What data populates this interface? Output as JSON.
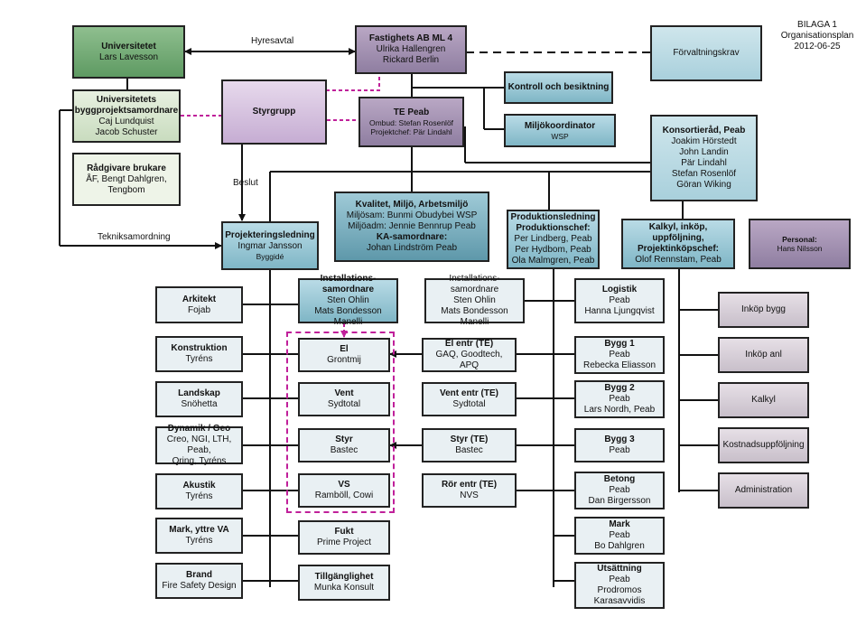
{
  "header": {
    "line1": "BILAGA 1",
    "line2": "Organisationsplan",
    "line3": "2012-06-25"
  },
  "edge_labels": {
    "hyresavtal": "Hyresavtal",
    "beslut": "Beslut",
    "tekniksamordning": "Tekniksamordning"
  },
  "boxes": {
    "universitetet": {
      "title": "Universitetet",
      "lines": [
        "Lars Lavesson"
      ]
    },
    "fastighets": {
      "title": "Fastighets AB ML 4",
      "lines": [
        "Ulrika Hallengren",
        "Rickard Berlin"
      ]
    },
    "forvaltningskrav": {
      "title": "Förvaltningskrav"
    },
    "byggprojektsamordnare": {
      "title": "Universitetets byggprojektsamordnare",
      "lines": [
        "Caj Lundquist",
        "Jacob Schuster"
      ]
    },
    "styrgrupp": {
      "title": "Styrgrupp"
    },
    "kontroll": {
      "title": "Kontroll och besiktning"
    },
    "miljokoordinator": {
      "title": "Miljökoordinator",
      "lines": [
        "WSP"
      ]
    },
    "te_peab": {
      "title": "TE Peab",
      "lines": [
        "Ombud: Stefan Rosenlöf",
        "Projektchef: Pär Lindahl"
      ]
    },
    "konsortierad": {
      "title": "Konsortieråd, Peab",
      "lines": [
        "Joakim Hörstedt",
        "John Landin",
        "Pär Lindahl",
        "Stefan Rosenlöf",
        "Göran Wiking"
      ]
    },
    "radgivare": {
      "title": "Rådgivare brukare",
      "lines": [
        "ÅF, Bengt Dahlgren,",
        "Tengbom"
      ]
    },
    "projekteringsledning": {
      "title": "Projekteringsledning",
      "lines": [
        "Ingmar Jansson",
        "Byggidé"
      ]
    },
    "kvalitet": {
      "title": "Kvalitet, Miljö, Arbetsmiljö",
      "lines": [
        "Miljösam: Bunmi Obudybei WSP",
        "Miljöadm: Jennie Bennrup Peab",
        "KA-samordnare:",
        "Johan Lindström Peab"
      ]
    },
    "produktionsledning": {
      "title": "Produktionsledning Produktionschef:",
      "lines": [
        "Per Lindberg, Peab",
        "Per Hydbom, Peab",
        "Ola Malmgren, Peab"
      ]
    },
    "kalkyl_top": {
      "title": "Kalkyl, inköp, uppföljning, Projektinköpschef:",
      "lines": [
        "Olof Rennstam, Peab"
      ]
    },
    "personal": {
      "title": "Personal:",
      "lines": [
        "Hans Nilsson"
      ]
    },
    "arkitekt": {
      "title": "Arkitekt",
      "lines": [
        "Fojab"
      ]
    },
    "inst1": {
      "title": "Installations-samordnare",
      "lines": [
        "Sten Ohlin",
        "Mats Bondesson Manelli"
      ]
    },
    "inst2": {
      "title": "Installations-samordnare",
      "lines": [
        "Sten Ohlin",
        "Mats Bondesson Manelli"
      ]
    },
    "logistik": {
      "title": "Logistik",
      "lines": [
        "Peab",
        "Hanna Ljungqvist"
      ]
    },
    "inkop_bygg": {
      "title": "Inköp bygg"
    },
    "konstruktion": {
      "title": "Konstruktion",
      "lines": [
        "Tyréns"
      ]
    },
    "el": {
      "title": "El",
      "lines": [
        "Grontmij"
      ]
    },
    "el_entr": {
      "title": "El entr (TE)",
      "lines": [
        "GAQ, Goodtech, APQ"
      ]
    },
    "bygg1": {
      "title": "Bygg 1",
      "lines": [
        "Peab",
        "Rebecka Eliasson"
      ]
    },
    "inkop_anl": {
      "title": "Inköp anl"
    },
    "landskap": {
      "title": "Landskap",
      "lines": [
        "Snöhetta"
      ]
    },
    "vent": {
      "title": "Vent",
      "lines": [
        "Sydtotal"
      ]
    },
    "vent_entr": {
      "title": "Vent entr (TE)",
      "lines": [
        "Sydtotal"
      ]
    },
    "bygg2": {
      "title": "Bygg 2",
      "lines": [
        "Peab",
        "Lars Nordh, Peab"
      ]
    },
    "kalkyl": {
      "title": "Kalkyl"
    },
    "dynamik": {
      "title": "Dynamik / Geo",
      "lines": [
        "Creo, NGI, LTH, Peab,",
        "Qring, Tyréns"
      ]
    },
    "styr": {
      "title": "Styr",
      "lines": [
        "Bastec"
      ]
    },
    "styr_te": {
      "title": "Styr (TE)",
      "lines": [
        "Bastec"
      ]
    },
    "bygg3": {
      "title": "Bygg 3",
      "lines": [
        "Peab"
      ]
    },
    "kostnad": {
      "title": "Kostnadsuppföljning"
    },
    "akustik": {
      "title": "Akustik",
      "lines": [
        "Tyréns"
      ]
    },
    "vs": {
      "title": "VS",
      "lines": [
        "Ramböll, Cowi"
      ]
    },
    "ror_entr": {
      "title": "Rör entr (TE)",
      "lines": [
        "NVS"
      ]
    },
    "betong": {
      "title": "Betong",
      "lines": [
        "Peab",
        "Dan Birgersson"
      ]
    },
    "administration": {
      "title": "Administration"
    },
    "mark_va": {
      "title": "Mark, yttre VA",
      "lines": [
        "Tyréns"
      ]
    },
    "fukt": {
      "title": "Fukt",
      "lines": [
        "Prime Project"
      ]
    },
    "mark": {
      "title": "Mark",
      "lines": [
        "Peab",
        "Bo Dahlgren"
      ]
    },
    "brand": {
      "title": "Brand",
      "lines": [
        "Fire Safety Design"
      ]
    },
    "tillganglighet": {
      "title": "Tillgänglighet",
      "lines": [
        "Munka Konsult"
      ]
    },
    "utsattning": {
      "title": "Utsättning",
      "lines": [
        "Peab",
        "Prodromos",
        "Karasavvidis"
      ]
    }
  }
}
